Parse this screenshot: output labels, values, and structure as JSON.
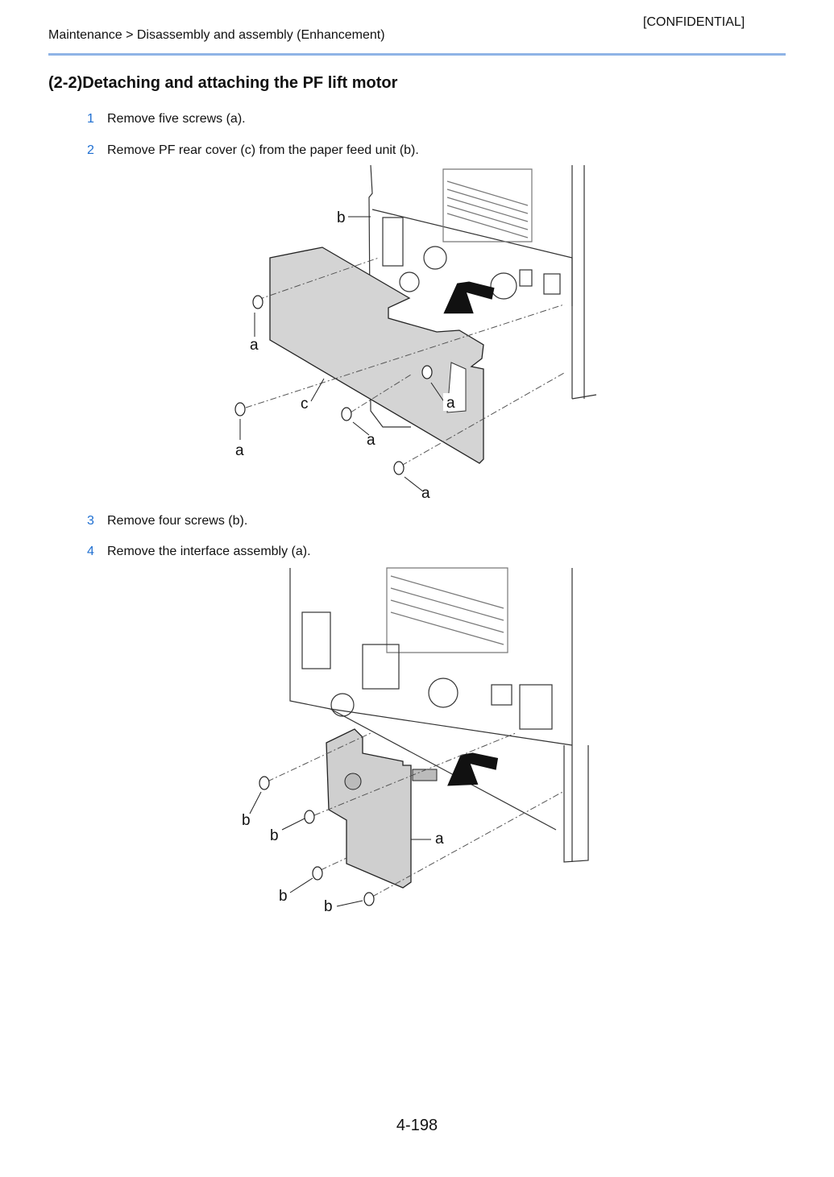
{
  "header": {
    "confidential": "[CONFIDENTIAL]",
    "breadcrumb": "Maintenance > Disassembly and assembly (Enhancement)"
  },
  "section_title": "(2-2)Detaching and attaching the PF lift motor",
  "steps": [
    {
      "num": "1",
      "text": "Remove five screws (a)."
    },
    {
      "num": "2",
      "text": "Remove PF rear cover (c) from the paper feed unit (b)."
    },
    {
      "num": "3",
      "text": "Remove four screws (b)."
    },
    {
      "num": "4",
      "text": "Remove the interface assembly (a)."
    }
  ],
  "figure1": {
    "labels": {
      "b": "b",
      "a1": "a",
      "c": "c",
      "a2": "a",
      "a3": "a",
      "a4": "a",
      "a5": "a"
    }
  },
  "figure2": {
    "labels": {
      "b1": "b",
      "b2": "b",
      "a": "a",
      "b3": "b",
      "b4": "b"
    }
  },
  "footer": {
    "page_number": "4-198"
  }
}
